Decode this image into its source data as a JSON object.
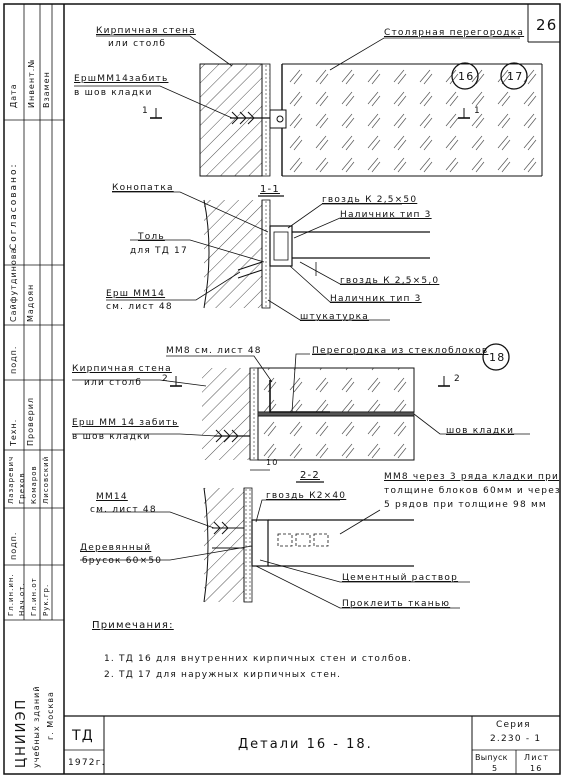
{
  "sheet_number": "26",
  "plan_view": {
    "wall_label_line1": "Кирпичная стена",
    "wall_label_line2": "или столб",
    "ruff_label_line1": "ЕршММ14забить",
    "ruff_label_line2": "в шов кладки",
    "partition_label": "Столярная перегородка",
    "cut_mark_left": "1",
    "cut_mark_right": "1",
    "detail_refs": [
      "16",
      "17"
    ]
  },
  "section_1_1": {
    "title": "1-1",
    "caulk": "Конопатка",
    "tol_line1": "Толь",
    "tol_line2": "для ТД 17",
    "ruff_line1": "Ерш ММ14",
    "ruff_line2": "см. лист 48",
    "nail_top": "гвоздь К 2,5×50",
    "casing_top": "Наличник тип 3",
    "nail_bottom": "гвоздь К 2,5×5,0",
    "casing_bottom": "Наличник тип 3",
    "plaster": "штукатурка"
  },
  "plan_view_2": {
    "mm8": "ММ8 см. лист 48",
    "partition": "Перегородка из стеклоблоков",
    "detail_ref": "18",
    "wall_line1": "Кирпичная стена",
    "wall_line2": "или столб",
    "cut_left": "2",
    "cut_right": "2",
    "ruff_line1": "Ерш ММ 14 забить",
    "ruff_line2": "в шов кладки",
    "joint": "шов кладки",
    "dim": "10"
  },
  "section_2_2": {
    "title": "2-2",
    "mm8_line1": "ММ8 через 3 ряда кладки при",
    "mm8_line2": "толщине блоков 60мм и через",
    "mm8_line3": "5 рядов при толщине 98 мм",
    "mm14_line1": "ММ14",
    "mm14_line2": "см. лист 48",
    "nail": "гвоздь К2×40",
    "wood_line1": "Деревянный",
    "wood_line2": "брусок 60×50",
    "cement": "Цементный раствор",
    "glue": "Проклеить тканью"
  },
  "notes": {
    "heading": "Примечания:",
    "items": [
      "1. ТД 16 для внутренних кирпичных стен и столбов.",
      "2. ТД 17 для наружных кирпичных стен."
    ]
  },
  "left_strip": {
    "top_labels": [
      "Дата",
      "Инвент.№",
      "Взамен"
    ],
    "agreed": "Согласовано:",
    "signatures": [
      "Сайфутдинова",
      "Мадоян"
    ],
    "podp": "подп.",
    "roles": [
      "Рук.гр.",
      "Гл.ин.от",
      "Нач.от.",
      "Гл.ин.ин."
    ],
    "roles2": [
      "Проверил",
      "Техн.",
      "Лазаревич",
      "Грехов",
      "Комаров",
      "Лисовский"
    ],
    "org_line1": "ЦНИИЭП",
    "org_line2": "учебных зданий",
    "org_line3": "г. Москва"
  },
  "title_block": {
    "code": "ТД",
    "year": "1972г.",
    "title": "Детали 16 - 18.",
    "series_label": "Серия",
    "series_value": "2.230 - 1",
    "issue_label": "Выпуск",
    "issue_value": "5",
    "sheet_label": "Лист",
    "sheet_value": "16"
  }
}
